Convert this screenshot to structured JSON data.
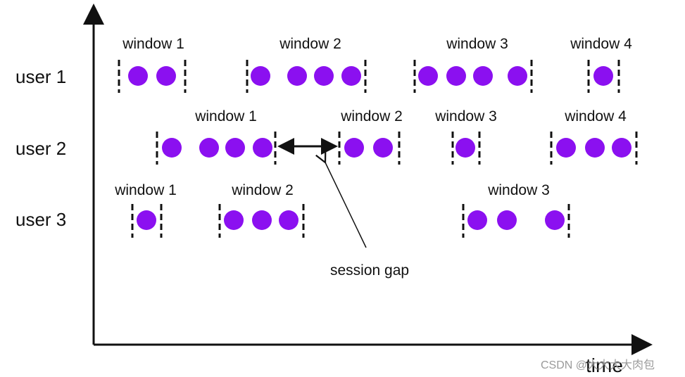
{
  "axis": {
    "x_label": "time"
  },
  "annotation": {
    "label": "session gap"
  },
  "watermark": "CSDN @大大大大肉包",
  "colors": {
    "event": "#8b10f0",
    "ink": "#111111"
  },
  "rows": [
    {
      "label": "user 1",
      "windows": [
        {
          "label": "window 1",
          "events": 2
        },
        {
          "label": "window 2",
          "events": 4
        },
        {
          "label": "window 3",
          "events": 4
        },
        {
          "label": "window 4",
          "events": 1
        }
      ]
    },
    {
      "label": "user 2",
      "windows": [
        {
          "label": "window 1",
          "events": 4
        },
        {
          "label": "window 2",
          "events": 2
        },
        {
          "label": "window 3",
          "events": 1
        },
        {
          "label": "window 4",
          "events": 3
        }
      ]
    },
    {
      "label": "user 3",
      "windows": [
        {
          "label": "window 1",
          "events": 1
        },
        {
          "label": "window 2",
          "events": 3
        },
        {
          "label": "window 3",
          "events": 3
        }
      ]
    }
  ]
}
